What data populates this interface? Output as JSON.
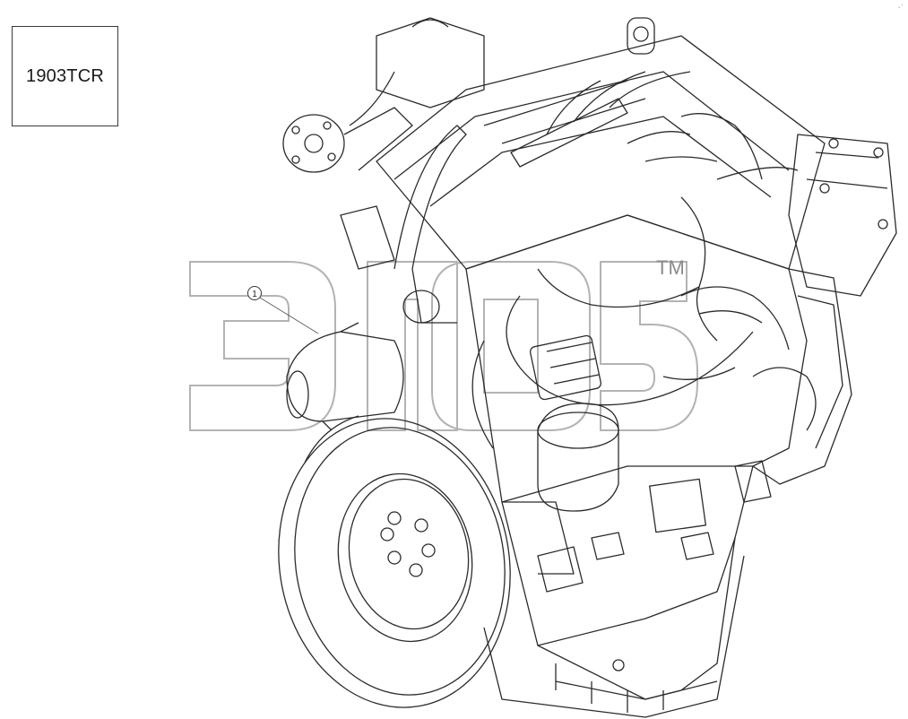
{
  "diagram": {
    "model_label": "1903TCR",
    "callouts": [
      {
        "number": "1"
      }
    ],
    "watermark": {
      "trademark": "TM"
    },
    "corner_mark": "¸ ."
  },
  "colors": {
    "line": "#2b2b2b",
    "background": "#ffffff",
    "watermark": "#9a9a9a"
  }
}
